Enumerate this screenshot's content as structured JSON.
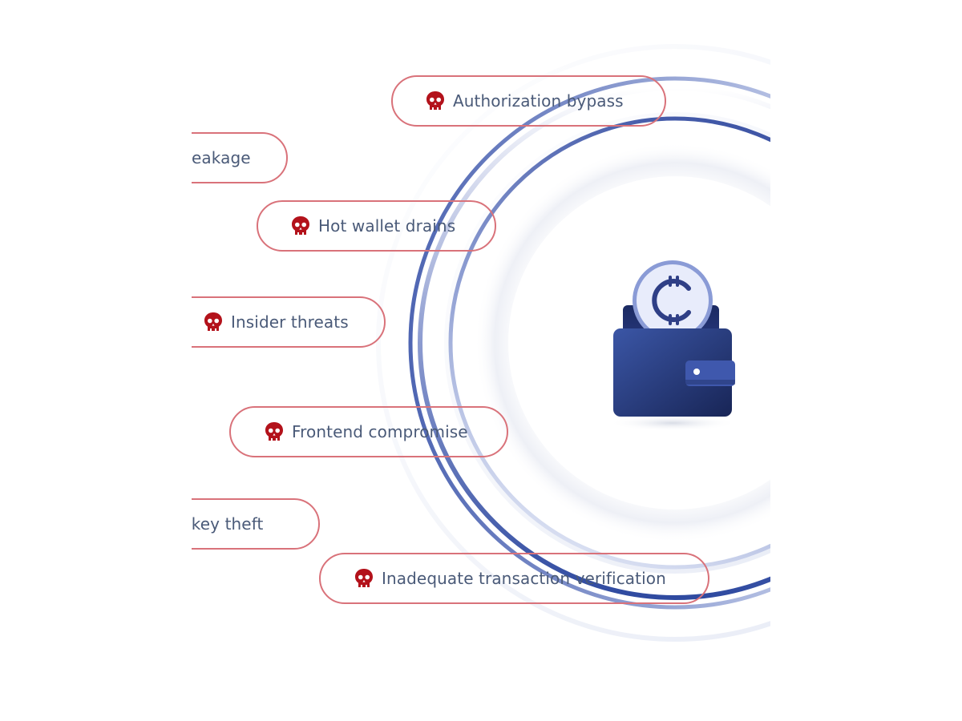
{
  "threats": [
    {
      "id": "authorization-bypass",
      "label": "Authorization bypass",
      "icon": "skull-icon"
    },
    {
      "id": "data-leakage",
      "label": "eakage",
      "icon": "skull-icon"
    },
    {
      "id": "hot-wallet-drains",
      "label": "Hot wallet drains",
      "icon": "skull-icon"
    },
    {
      "id": "insider-threats",
      "label": "Insider threats",
      "icon": "skull-icon"
    },
    {
      "id": "frontend-compromise",
      "label": "Frontend compromise",
      "icon": "skull-icon"
    },
    {
      "id": "private-key-theft",
      "label": "te key theft",
      "icon": "skull-icon"
    },
    {
      "id": "inadequate-transaction-verification",
      "label": "Inadequate transaction verification",
      "icon": "skull-icon"
    }
  ],
  "center": {
    "icon": "wallet-icon",
    "coin_icon": "crypto-coin-icon"
  },
  "colors": {
    "pill_border": "#d9727a",
    "skull": "#b3121b",
    "text": "#4a5a78",
    "ring": "#5b6fb5",
    "wallet": "#2d3d86",
    "coin": "#e8ecfb"
  }
}
